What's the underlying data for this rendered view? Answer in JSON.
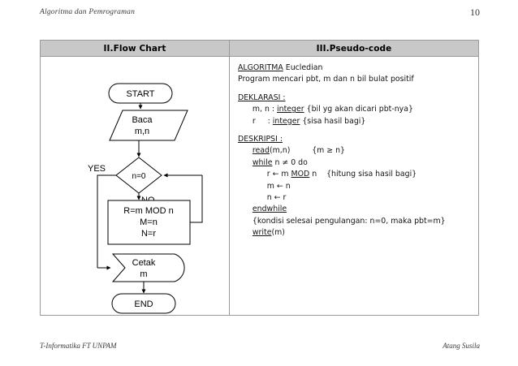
{
  "header": {
    "left_text": "Algoritma dan Pemrograman",
    "page_number": "10"
  },
  "footer": {
    "left_text": "T-Informatika FT UNPAM",
    "right_text": "Atang Susila"
  },
  "table": {
    "columns": [
      {
        "title": "II.Flow Chart"
      },
      {
        "title": "III.Pseudo-code"
      }
    ],
    "header_bg": "#c8c8c8",
    "border_color": "#9a9a9a"
  },
  "flowchart": {
    "title": "II.Flow Chart",
    "nodes": [
      {
        "id": "start",
        "type": "terminator",
        "label": "START"
      },
      {
        "id": "baca",
        "type": "input",
        "label_line1": "Baca",
        "label_line2": "m,n"
      },
      {
        "id": "decision",
        "type": "decision",
        "label": "n=0"
      },
      {
        "id": "process",
        "type": "process",
        "label_line1": "R=m MOD n",
        "label_line2": "M=n",
        "label_line3": "N=r"
      },
      {
        "id": "cetak",
        "type": "display",
        "label_line1": "Cetak",
        "label_line2": "m"
      },
      {
        "id": "end",
        "type": "terminator",
        "label": "END"
      }
    ],
    "edge_labels": {
      "yes": "YES",
      "no": "NO"
    }
  },
  "pseudocode": {
    "title": "III.Pseudo-code",
    "lines": [
      {
        "id": "l1",
        "segments": [
          {
            "t": "ALGORITMA",
            "u": true
          },
          {
            "t": " Eucledian",
            "u": false
          }
        ]
      },
      {
        "id": "l2",
        "segments": [
          {
            "t": "Program mencari pbt, m dan n bil bulat positif",
            "u": false
          }
        ]
      },
      {
        "id": "l3",
        "blank": true
      },
      {
        "id": "l4",
        "segments": [
          {
            "t": "DEKLARASI :",
            "u": true
          }
        ]
      },
      {
        "id": "l5",
        "segments": [
          {
            "t": "      m, n : ",
            "u": false
          },
          {
            "t": "integer",
            "u": true
          },
          {
            "t": " {bil yg akan dicari pbt-nya}",
            "u": false
          }
        ]
      },
      {
        "id": "l6",
        "segments": [
          {
            "t": "      r     : ",
            "u": false
          },
          {
            "t": "integer",
            "u": true
          },
          {
            "t": " {sisa hasil bagi}",
            "u": false
          }
        ]
      },
      {
        "id": "l7",
        "blank": true
      },
      {
        "id": "l8",
        "segments": [
          {
            "t": "DESKRIPSI :",
            "u": true
          }
        ]
      },
      {
        "id": "l9",
        "segments": [
          {
            "t": "      ",
            "u": false
          },
          {
            "t": "read",
            "u": true
          },
          {
            "t": "(m,n)         {m ≥ n}",
            "u": false
          }
        ]
      },
      {
        "id": "l10",
        "segments": [
          {
            "t": "      ",
            "u": false
          },
          {
            "t": "while",
            "u": true
          },
          {
            "t": " n ≠ 0 do",
            "u": false
          }
        ]
      },
      {
        "id": "l11",
        "segments": [
          {
            "t": "            r ← m ",
            "u": false
          },
          {
            "t": "MOD",
            "u": true
          },
          {
            "t": " n    {hitung sisa hasil bagi}",
            "u": false
          }
        ]
      },
      {
        "id": "l12",
        "segments": [
          {
            "t": "            m ← n",
            "u": false
          }
        ]
      },
      {
        "id": "l13",
        "segments": [
          {
            "t": "            n ← r",
            "u": false
          }
        ]
      },
      {
        "id": "l14",
        "segments": [
          {
            "t": "      ",
            "u": false
          },
          {
            "t": "endwhile",
            "u": true
          }
        ]
      },
      {
        "id": "l15",
        "segments": [
          {
            "t": "      {kondisi selesai pengulangan: n=0, maka pbt=m}",
            "u": false
          }
        ]
      },
      {
        "id": "l16",
        "segments": [
          {
            "t": "      ",
            "u": false
          },
          {
            "t": "write",
            "u": true
          },
          {
            "t": "(m)",
            "u": false
          }
        ]
      }
    ]
  }
}
